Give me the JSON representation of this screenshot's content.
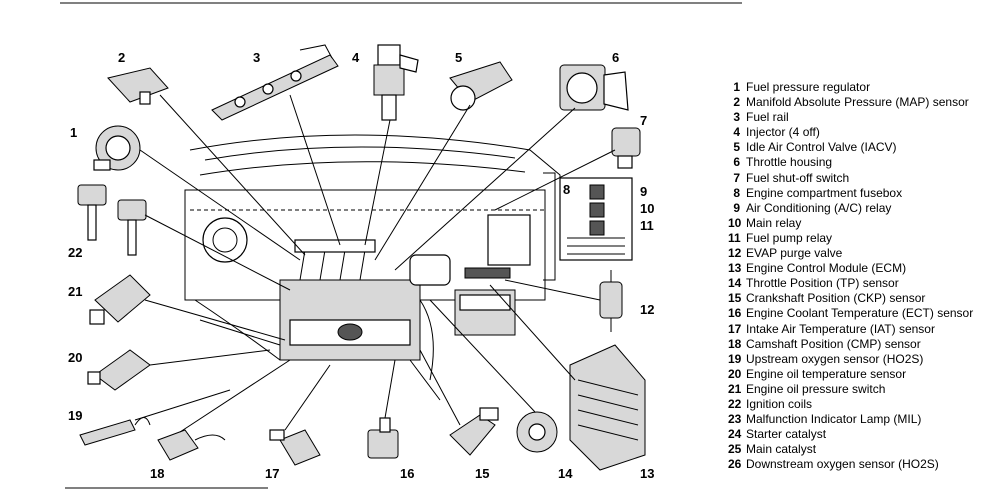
{
  "callout_numbers": [
    "1",
    "2",
    "3",
    "4",
    "5",
    "6",
    "7",
    "8",
    "9",
    "10",
    "11",
    "12",
    "13",
    "14",
    "15",
    "16",
    "17",
    "18",
    "19",
    "20",
    "21",
    "22"
  ],
  "legend": [
    {
      "num": "1",
      "label": "Fuel pressure regulator"
    },
    {
      "num": "2",
      "label": "Manifold Absolute Pressure (MAP) sensor"
    },
    {
      "num": "3",
      "label": "Fuel rail"
    },
    {
      "num": "4",
      "label": "Injector (4 off)"
    },
    {
      "num": "5",
      "label": "Idle Air Control Valve (IACV)"
    },
    {
      "num": "6",
      "label": "Throttle housing"
    },
    {
      "num": "7",
      "label": "Fuel shut-off switch"
    },
    {
      "num": "8",
      "label": "Engine compartment fusebox"
    },
    {
      "num": "9",
      "label": "Air Conditioning (A/C) relay"
    },
    {
      "num": "10",
      "label": "Main relay"
    },
    {
      "num": "11",
      "label": "Fuel pump relay"
    },
    {
      "num": "12",
      "label": "EVAP purge valve"
    },
    {
      "num": "13",
      "label": "Engine Control Module (ECM)"
    },
    {
      "num": "14",
      "label": "Throttle Position (TP) sensor"
    },
    {
      "num": "15",
      "label": "Crankshaft Position (CKP) sensor"
    },
    {
      "num": "16",
      "label": "Engine Coolant Temperature (ECT) sensor"
    },
    {
      "num": "17",
      "label": "Intake Air Temperature (IAT) sensor"
    },
    {
      "num": "18",
      "label": "Camshaft Position (CMP) sensor"
    },
    {
      "num": "19",
      "label": "Upstream oxygen sensor (HO2S)"
    },
    {
      "num": "20",
      "label": "Engine oil temperature sensor"
    },
    {
      "num": "21",
      "label": "Engine oil pressure switch"
    },
    {
      "num": "22",
      "label": "Ignition coils"
    },
    {
      "num": "23",
      "label": "Malfunction Indicator Lamp (MIL)"
    },
    {
      "num": "24",
      "label": "Starter catalyst"
    },
    {
      "num": "25",
      "label": "Main catalyst"
    },
    {
      "num": "26",
      "label": "Downstream oxygen sensor (HO2S)"
    }
  ]
}
